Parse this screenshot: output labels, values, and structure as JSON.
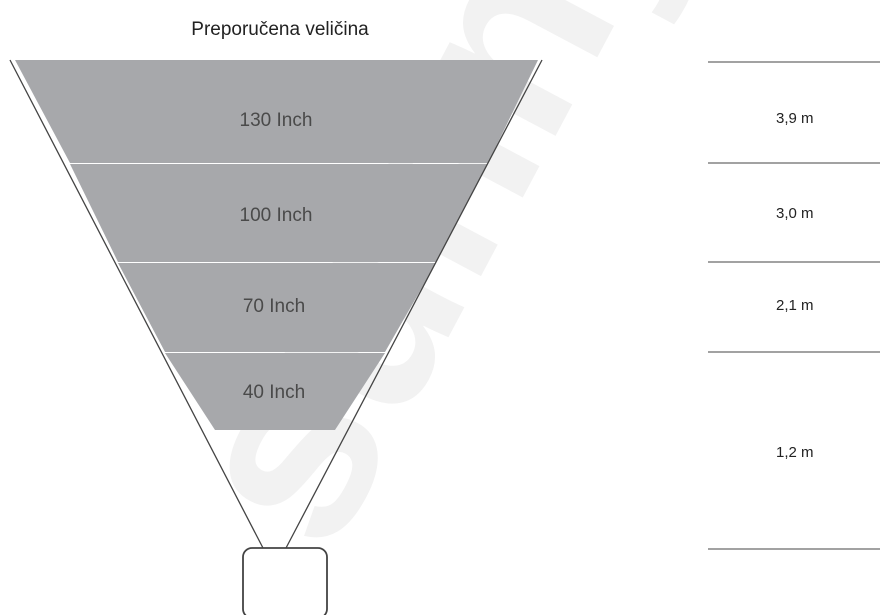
{
  "title": "Preporučena veličina",
  "screens": [
    {
      "label": "130 Inch",
      "distance": "3,9 m"
    },
    {
      "label": "100 Inch",
      "distance": "3,0 m"
    },
    {
      "label": "70 Inch",
      "distance": "2,1 m"
    },
    {
      "label": "40 Inch",
      "distance": "1,2 m"
    }
  ],
  "watermark": "sunnyst",
  "colors": {
    "screen_fill": "#a7a8ab",
    "line": "#444444",
    "divider": "#ffffff",
    "watermark": "#f0f0f0"
  }
}
